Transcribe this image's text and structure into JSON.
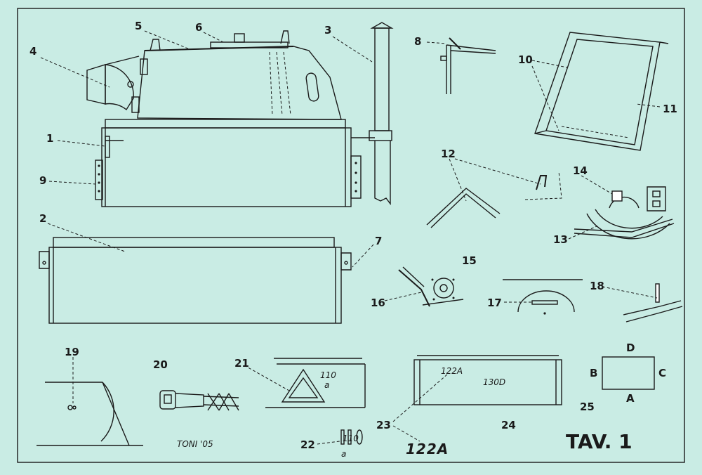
{
  "labels": {
    "p1": "1",
    "p2": "2",
    "p3": "3",
    "p4": "4",
    "p5": "5",
    "p6": "6",
    "p7": "7",
    "p8": "8",
    "p9": "9",
    "p10": "10",
    "p11": "11",
    "p12": "12",
    "p13": "13",
    "p14": "14",
    "p15": "15",
    "p16": "16",
    "p17": "17",
    "p18": "18",
    "p19": "19",
    "p20": "20",
    "p21": "21",
    "p22": "22",
    "p23": "23",
    "p24": "24",
    "p25": "25"
  },
  "part21": {
    "n1": "110",
    "n2": "a"
  },
  "part22": {
    "text": "110",
    "sub": "a"
  },
  "part23": {
    "code1": "122A",
    "code2": "130D",
    "big": "122A"
  },
  "part25": {
    "a": "A",
    "b": "B",
    "c": "C",
    "d": "D"
  },
  "signature": "TONI '05",
  "sheet_title": "TAV. 1"
}
